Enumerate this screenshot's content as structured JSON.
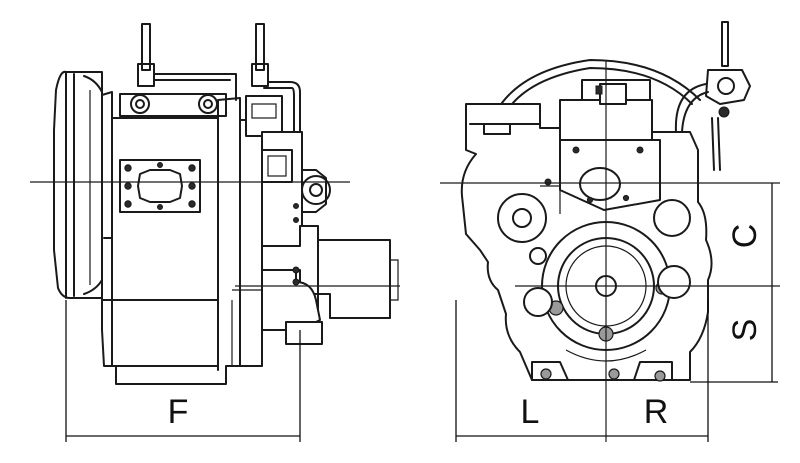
{
  "drawing": {
    "side_view": {
      "dimension_labels": {
        "width": "F"
      }
    },
    "front_view": {
      "dimension_labels": {
        "left": "L",
        "right": "R",
        "upper_height": "C",
        "lower_height": "S"
      }
    }
  }
}
